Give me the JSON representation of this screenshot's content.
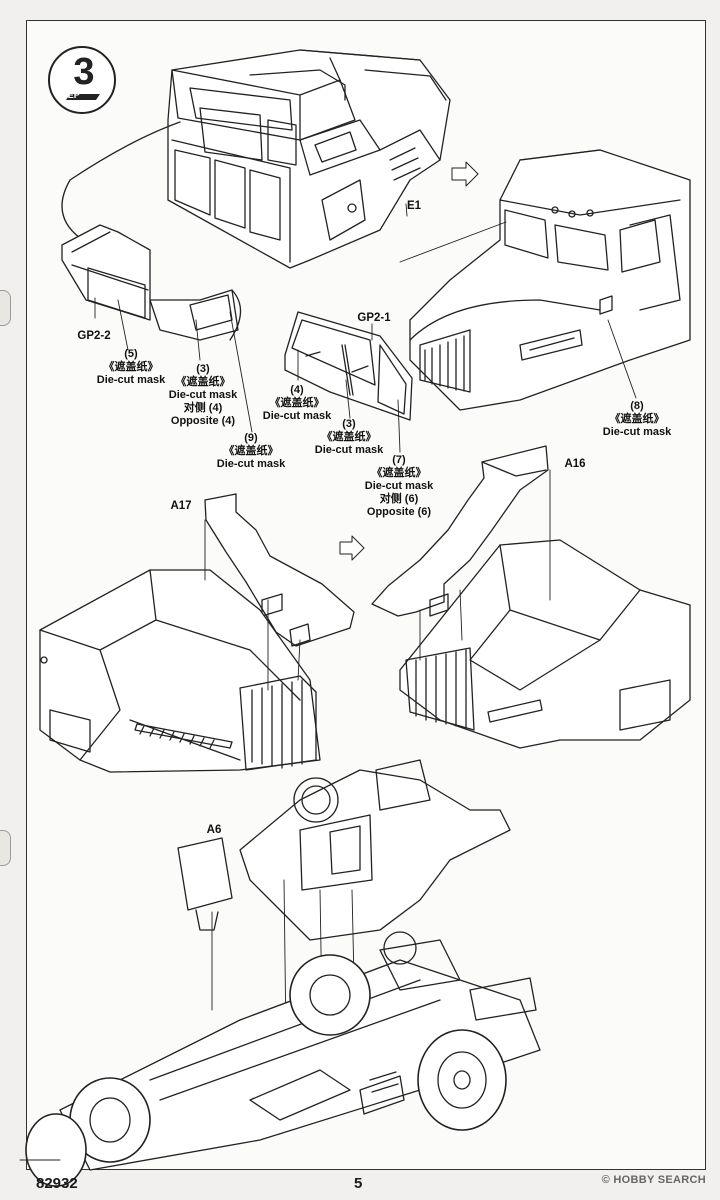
{
  "step": {
    "number": "3",
    "word": "STEP"
  },
  "parts": {
    "e1": "E1",
    "gp2_1": "GP2-1",
    "gp2_2": "GP2-2",
    "a16": "A16",
    "a17": "A17",
    "a6": "A6"
  },
  "masks": {
    "m5": {
      "num": "(5)",
      "cn": "《遮盖纸》",
      "en": "Die-cut mask"
    },
    "m3a": {
      "num": "(3)",
      "cn": "《遮盖纸》",
      "en": "Die-cut mask",
      "opp_cn": "对侧 (4)",
      "opp_en": "Opposite (4)"
    },
    "m9": {
      "num": "(9)",
      "cn": "《遮盖纸》",
      "en": "Die-cut mask"
    },
    "m4": {
      "num": "(4)",
      "cn": "《遮盖纸》",
      "en": "Die-cut mask"
    },
    "m3b": {
      "num": "(3)",
      "cn": "《遮盖纸》",
      "en": "Die-cut mask"
    },
    "m7": {
      "num": "(7)",
      "cn": "《遮盖纸》",
      "en": "Die-cut mask",
      "opp_cn": "对侧 (6)",
      "opp_en": "Opposite (6)"
    },
    "m8": {
      "num": "(8)",
      "cn": "《遮盖纸》",
      "en": "Die-cut mask"
    }
  },
  "footer": {
    "kit_number": "82932",
    "page_number": "5",
    "watermark": "© HOBBY SEARCH"
  }
}
